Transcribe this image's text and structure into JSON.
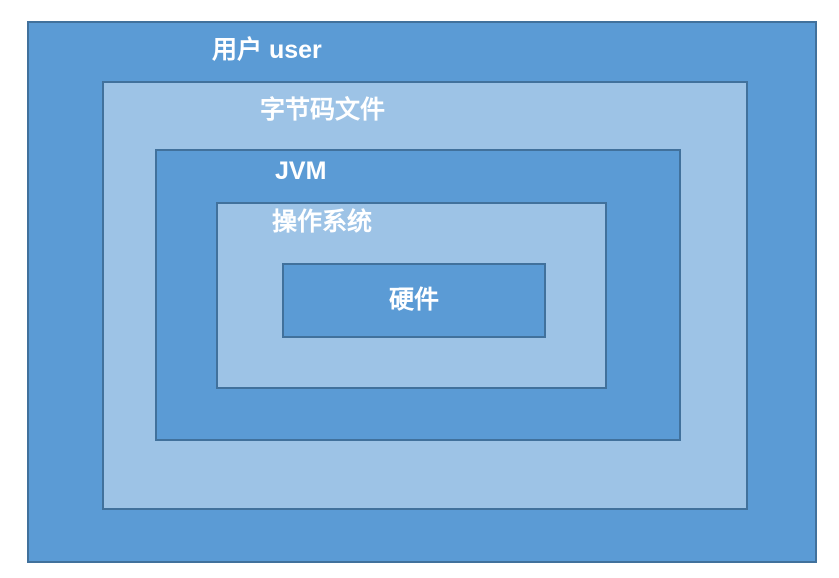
{
  "diagram": {
    "title": "Java platform nested layers diagram",
    "layers": [
      {
        "id": "user",
        "label": "用户 user",
        "tone": "dark",
        "level": 1
      },
      {
        "id": "bytecode",
        "label": "字节码文件",
        "tone": "light",
        "level": 2
      },
      {
        "id": "jvm",
        "label": "JVM",
        "tone": "dark",
        "level": 3
      },
      {
        "id": "os",
        "label": "操作系统",
        "tone": "light",
        "level": 4
      },
      {
        "id": "hardware",
        "label": "硬件",
        "tone": "dark",
        "level": 5
      }
    ],
    "colors": {
      "dark_fill": "#5B9BD5",
      "light_fill": "#9DC3E6",
      "border": "#41719C",
      "text": "#FFFFFF"
    }
  }
}
